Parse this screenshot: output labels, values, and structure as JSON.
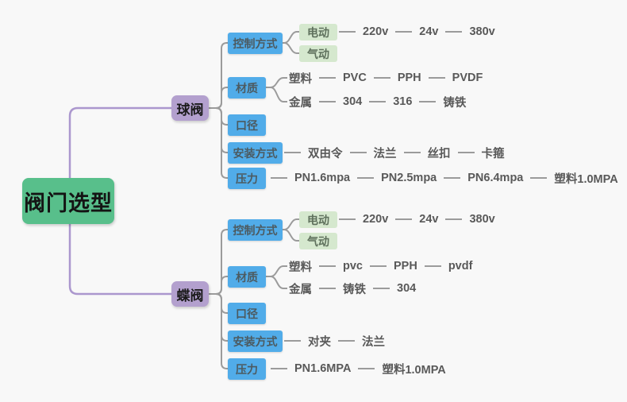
{
  "title": "阀门选型",
  "branches": [
    {
      "label": "球阀",
      "children": [
        {
          "label": "控制方式",
          "subnodes": [
            {
              "label": "电动",
              "leaves": [
                "220v",
                "24v",
                "380v"
              ]
            },
            {
              "label": "气动",
              "leaves": []
            }
          ]
        },
        {
          "label": "材质",
          "rows": [
            {
              "items": [
                "塑料",
                "PVC",
                "PPH",
                "PVDF"
              ]
            },
            {
              "items": [
                "金属",
                "304",
                "316",
                "铸铁"
              ]
            }
          ]
        },
        {
          "label": "口径"
        },
        {
          "label": "安装方式",
          "leaves": [
            "双由令",
            "法兰",
            "丝扣",
            "卡箍"
          ]
        },
        {
          "label": "压力",
          "leaves": [
            "PN1.6mpa",
            "PN2.5mpa",
            "PN6.4mpa",
            "塑料1.0MPA"
          ]
        }
      ]
    },
    {
      "label": "蝶阀",
      "children": [
        {
          "label": "控制方式",
          "subnodes": [
            {
              "label": "电动",
              "leaves": [
                "220v",
                "24v",
                "380v"
              ]
            },
            {
              "label": "气动",
              "leaves": []
            }
          ]
        },
        {
          "label": "材质",
          "rows": [
            {
              "items": [
                "塑料",
                "pvc",
                "PPH",
                "pvdf"
              ]
            },
            {
              "items": [
                "金属",
                "铸铁",
                "304"
              ]
            }
          ]
        },
        {
          "label": "口径"
        },
        {
          "label": "安装方式",
          "leaves": [
            "对夹",
            "法兰"
          ]
        },
        {
          "label": "压力",
          "leaves": [
            "PN1.6MPA",
            "塑料1.0MPA"
          ]
        }
      ]
    }
  ],
  "colors": {
    "background": "#f8f8f8",
    "root_bg": "#58bf8b",
    "branch_bg": "#b3a0ce",
    "category_bg": "#51ace9",
    "subnode_bg": "#d5e8ce",
    "connector_gray": "#9b9b9b",
    "connector_purple": "#ab97ce",
    "leaf_text": "#595959"
  }
}
